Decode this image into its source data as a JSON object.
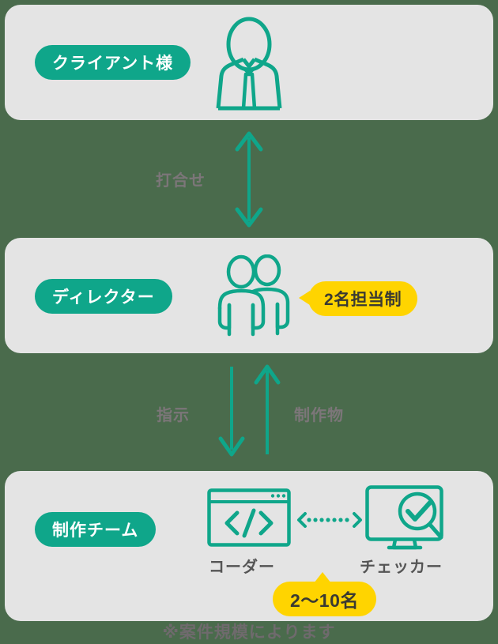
{
  "theme": {
    "page_background": "#4a6b4c",
    "panel_background": "#e4e4e4",
    "accent_teal": "#0fa68a",
    "accent_yellow": "#ffd400",
    "label_gray": "#7c7679",
    "sub_label_gray": "#555555",
    "pill_text": "#ffffff",
    "callout_text": "#3a3a32"
  },
  "roles": {
    "client": {
      "pill_label": "クライアント様",
      "icon": "businessperson-icon"
    },
    "director": {
      "pill_label": "ディレクター",
      "icon": "two-people-icon"
    },
    "team": {
      "pill_label": "制作チーム"
    }
  },
  "callouts": {
    "director": {
      "text": "2名担当制",
      "tail": "left"
    },
    "team": {
      "text": "2〜10名",
      "tail": "up"
    }
  },
  "flows": {
    "client_director": {
      "label": "打合せ",
      "arrow": "double-headed-vertical-arrow"
    },
    "director_team": {
      "down_label": "指示",
      "up_label": "制作物",
      "down_arrow": "arrow-down",
      "up_arrow": "arrow-up"
    },
    "coder_checker": {
      "arrow": "dotted-double-arrow-horizontal"
    }
  },
  "team_members": [
    {
      "label": "コーダー",
      "icon": "code-window-icon"
    },
    {
      "label": "チェッカー",
      "icon": "monitor-check-icon"
    }
  ],
  "footnote": "※案件規模によります"
}
